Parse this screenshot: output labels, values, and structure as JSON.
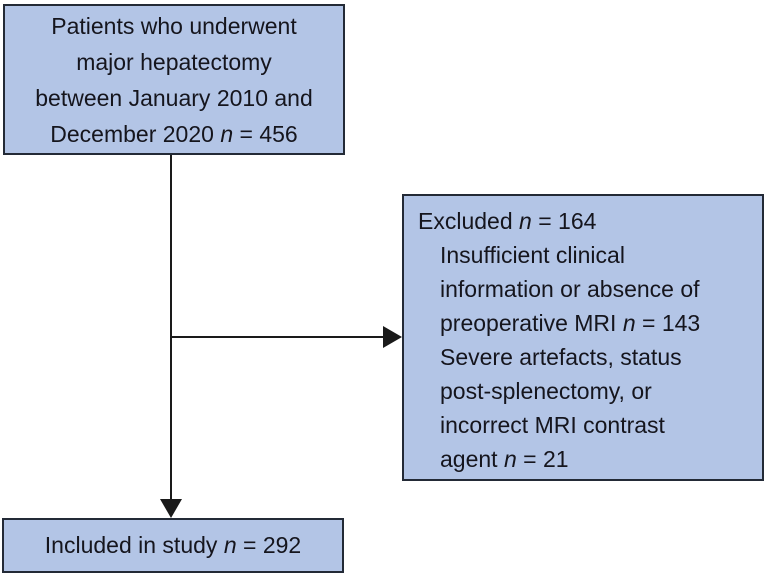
{
  "figure": {
    "type": "patient-flow-diagram",
    "background": "#ffffff",
    "box_fill": "#b3c5e6",
    "box_border": "#232a36",
    "text_color": "#15151d",
    "arrow_color": "#1a1a1a"
  },
  "top_box": {
    "lines": [
      {
        "pre": "Patients who underwent",
        "n": "",
        "post": ""
      },
      {
        "pre": "major hepatectomy",
        "n": "",
        "post": ""
      },
      {
        "pre": "between January 2010 and",
        "n": "",
        "post": ""
      },
      {
        "pre": "December 2020 ",
        "n": "n",
        "post": " = 456"
      }
    ]
  },
  "excluded_box": {
    "lines": [
      {
        "pre": "Excluded ",
        "n": "n",
        "post": " = 164"
      },
      {
        "pre": "Insufficient clinical",
        "n": "",
        "post": ""
      },
      {
        "pre": "information or absence of",
        "n": "",
        "post": ""
      },
      {
        "pre": "preoperative MRI ",
        "n": "n",
        "post": " = 143"
      },
      {
        "pre": "Severe artefacts, status",
        "n": "",
        "post": ""
      },
      {
        "pre": "post-splenectomy, or",
        "n": "",
        "post": ""
      },
      {
        "pre": "incorrect MRI contrast",
        "n": "",
        "post": ""
      },
      {
        "pre": "agent ",
        "n": "n",
        "post": " = 21"
      }
    ]
  },
  "included_box": {
    "line": {
      "pre": "Included in study ",
      "n": "n",
      "post": " = 292"
    }
  }
}
